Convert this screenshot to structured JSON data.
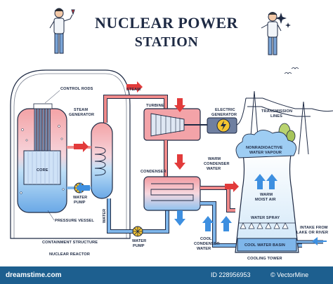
{
  "title_line1": "NUCLEAR POWER",
  "title_line2": "STATION",
  "labels": {
    "control_rods": "CONTROL RODS",
    "steam_generator_1": "STEAM",
    "steam_generator_2": "GENERATOR",
    "steam": "STEAM",
    "turbine": "TURBINE",
    "electric_generator_1": "ELECTRIC",
    "electric_generator_2": "GENERATOR",
    "transmission_lines_1": "TRANSMISSION",
    "transmission_lines_2": "LINES",
    "core": "CORE",
    "water_pump_left_1": "WATER",
    "water_pump_left_2": "PUMP",
    "water_vertical": "WATER",
    "pressure_vessel": "PRESSURE VESSEL",
    "condenser": "CONDENSER",
    "warm_condenser_water_1": "WARM",
    "warm_condenser_water_2": "CONDENSER",
    "warm_condenser_water_3": "WATER",
    "nonradioactive_1": "NONRADIOACTIVE",
    "nonradioactive_2": "WATER VAPOUR",
    "warm_moist_air_1": "WARM",
    "warm_moist_air_2": "MOIST AIR",
    "water_spray": "WATER SPRAY",
    "intake_1": "INTAKE FROM",
    "intake_2": "LAKE OR RIVER",
    "cool_water_basin": "COOL WATER BASIN",
    "cool_condenser_water_1": "COOL",
    "cool_condenser_water_2": "CONDENSER",
    "cool_condenser_water_3": "WATER",
    "cooling_tower": "COOLING TOWER",
    "water_pump_bottom_1": "WATER",
    "water_pump_bottom_2": "PUMP",
    "containment_structure": "CONTAINMENT STRUCTURE",
    "nuclear_reactor": "NUCLEAR REACTOR"
  },
  "footer": {
    "watermark": "dreamstime.com",
    "image_id": "ID 228956953",
    "credit": "© VectorMine"
  },
  "colors": {
    "outline": "#1e2a44",
    "hot": "#f08a8a",
    "cold": "#7fb6ea",
    "arrow_red": "#e23b3b",
    "arrow_blue": "#3d8fe0",
    "footer": "#1d5f8f"
  }
}
